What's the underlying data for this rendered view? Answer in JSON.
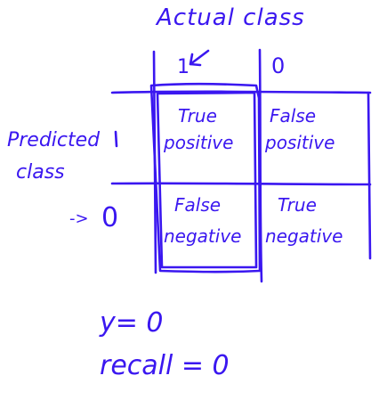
{
  "colors": {
    "ink": "#3a17f0",
    "background": "#ffffff"
  },
  "header": {
    "actual_class": "Actual class",
    "col_1": "1",
    "col_0": "0"
  },
  "side": {
    "predicted_line1": "Predicted",
    "predicted_line2": "class",
    "row_1": "1",
    "row_0_arrow": "->",
    "row_0": "0"
  },
  "matrix": {
    "tp": [
      "True",
      "positive"
    ],
    "fp": [
      "False",
      "positive"
    ],
    "fn": [
      "False",
      "negative"
    ],
    "tn": [
      "True",
      "negative"
    ]
  },
  "notes": {
    "line1": "y= 0",
    "line2": "recall = 0"
  }
}
